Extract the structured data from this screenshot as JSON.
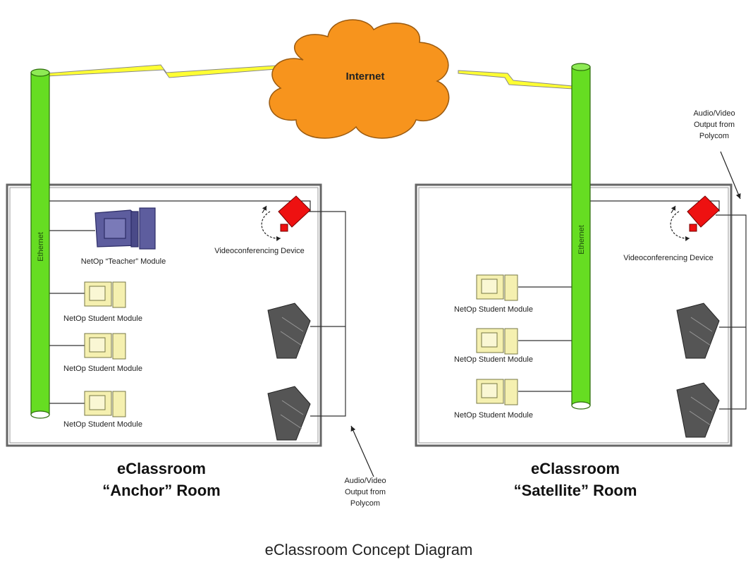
{
  "internet_label": "Internet",
  "ethernet_label": "Ethernet",
  "anchor_room": {
    "title_line1": "eClassroom",
    "title_line2": "“Anchor” Room",
    "teacher_module": "NetOp “Teacher” Module",
    "student_modules": [
      "NetOp Student Module",
      "NetOp Student Module",
      "NetOp Student Module"
    ],
    "video_device": "Videoconferencing Device"
  },
  "satellite_room": {
    "title_line1": "eClassroom",
    "title_line2": "“Satellite” Room",
    "student_modules": [
      "NetOp Student Module",
      "NetOp Student Module",
      "NetOp Student Module"
    ],
    "video_device": "Videoconferencing Device"
  },
  "av_output_left": [
    "Audio/Video",
    "Output from",
    "Polycom"
  ],
  "av_output_right": [
    "Audio/Video",
    "Output from",
    "Polycom"
  ],
  "caption": "eClassroom Concept Diagram",
  "colors": {
    "cloud": "#f7941d",
    "ethernet": "#66dd22",
    "lightning": "#ffff33",
    "teacher": "#5d5d9e",
    "student": "#f5f0b0",
    "camera": "#ee1111",
    "speaker": "#555555"
  }
}
